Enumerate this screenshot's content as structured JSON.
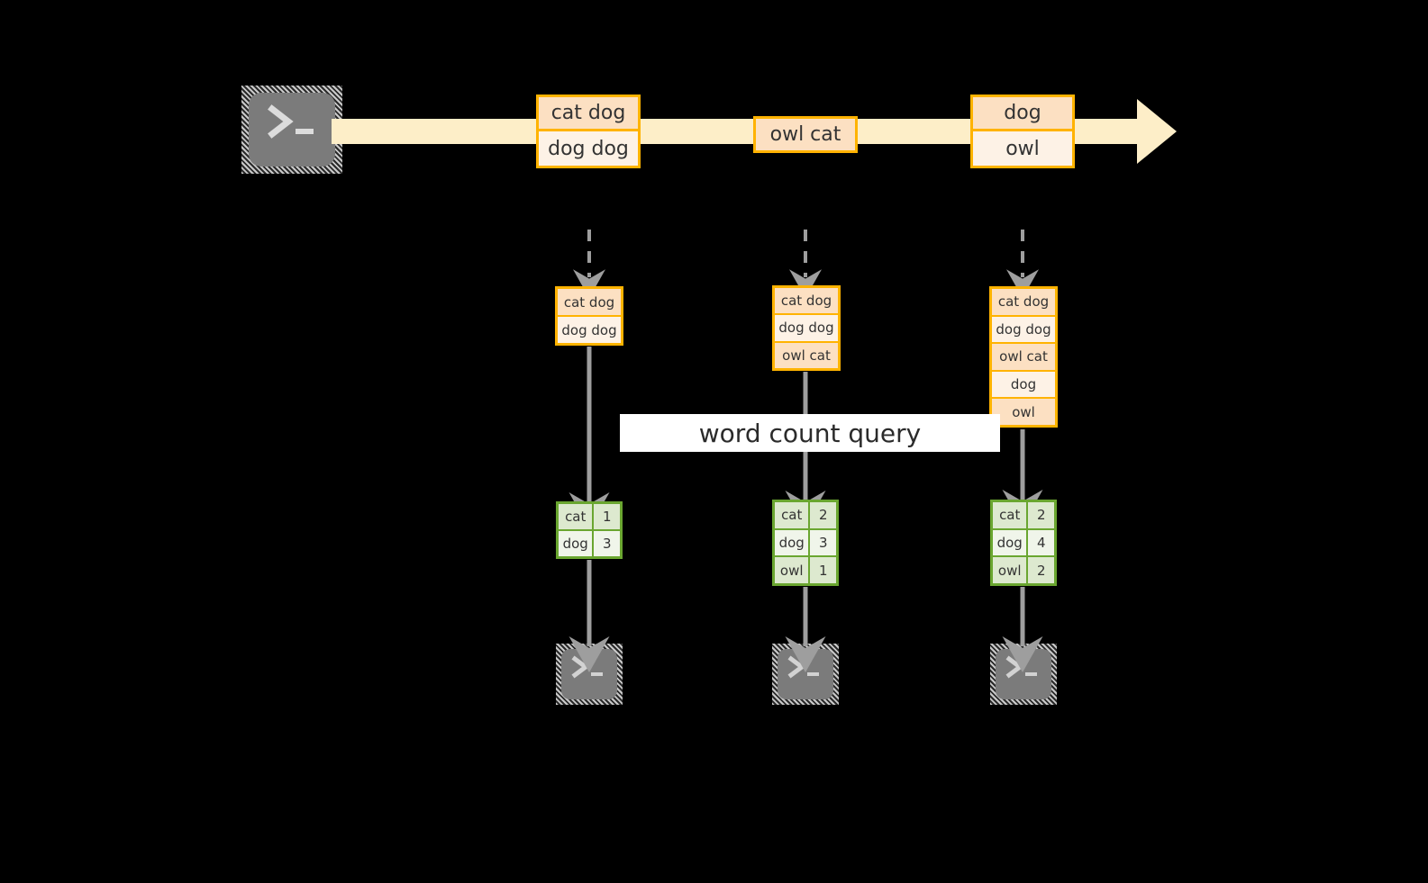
{
  "diagram": {
    "title_label": "word count query",
    "colors": {
      "background": "#000000",
      "stream_fill": "#fdeec8",
      "record_border": "#ffb300",
      "record_cell_dark": "#fce0c2",
      "record_cell_light": "#fdf2e6",
      "result_border": "#6aa630",
      "result_cell_dark": "#dde9cf",
      "result_cell_light": "#f0f5ea",
      "arrow_gray": "#9e9e9e",
      "terminal_fill": "#7b7b7b",
      "label_band": "#ffffff"
    },
    "source": {
      "icon": "terminal-icon",
      "icon_glyph": ">_"
    },
    "stream": {
      "label": "event-stream-arrow",
      "batches": [
        {
          "id": "batch-1",
          "cells": [
            {
              "text": "cat dog",
              "shade": "dark"
            },
            {
              "text": "dog dog",
              "shade": "light"
            }
          ]
        },
        {
          "id": "batch-2",
          "cells": [
            {
              "text": "owl cat",
              "shade": "dark"
            }
          ]
        },
        {
          "id": "batch-3",
          "cells": [
            {
              "text": "dog",
              "shade": "dark"
            },
            {
              "text": "owl",
              "shade": "light"
            }
          ]
        }
      ]
    },
    "snapshots": [
      {
        "id": "snapshot-1",
        "records": [
          {
            "text": "cat dog",
            "shade": "dark"
          },
          {
            "text": "dog dog",
            "shade": "light"
          }
        ],
        "result": {
          "rows": [
            {
              "key": "cat",
              "value": "1",
              "shade": "dark"
            },
            {
              "key": "dog",
              "value": "3",
              "shade": "light"
            }
          ]
        },
        "sink": {
          "icon": "terminal-icon",
          "icon_glyph": ">_"
        }
      },
      {
        "id": "snapshot-2",
        "records": [
          {
            "text": "cat dog",
            "shade": "dark"
          },
          {
            "text": "dog dog",
            "shade": "light"
          },
          {
            "text": "owl cat",
            "shade": "dark"
          }
        ],
        "result": {
          "rows": [
            {
              "key": "cat",
              "value": "2",
              "shade": "dark"
            },
            {
              "key": "dog",
              "value": "3",
              "shade": "light"
            },
            {
              "key": "owl",
              "value": "1",
              "shade": "dark"
            }
          ]
        },
        "sink": {
          "icon": "terminal-icon",
          "icon_glyph": ">_"
        }
      },
      {
        "id": "snapshot-3",
        "records": [
          {
            "text": "cat dog",
            "shade": "dark"
          },
          {
            "text": "dog dog",
            "shade": "light"
          },
          {
            "text": "owl cat",
            "shade": "dark"
          },
          {
            "text": "dog",
            "shade": "light"
          },
          {
            "text": "owl",
            "shade": "dark"
          }
        ],
        "result": {
          "rows": [
            {
              "key": "cat",
              "value": "2",
              "shade": "dark"
            },
            {
              "key": "dog",
              "value": "4",
              "shade": "light"
            },
            {
              "key": "owl",
              "value": "2",
              "shade": "dark"
            }
          ]
        },
        "sink": {
          "icon": "terminal-icon",
          "icon_glyph": ">_"
        }
      }
    ]
  }
}
